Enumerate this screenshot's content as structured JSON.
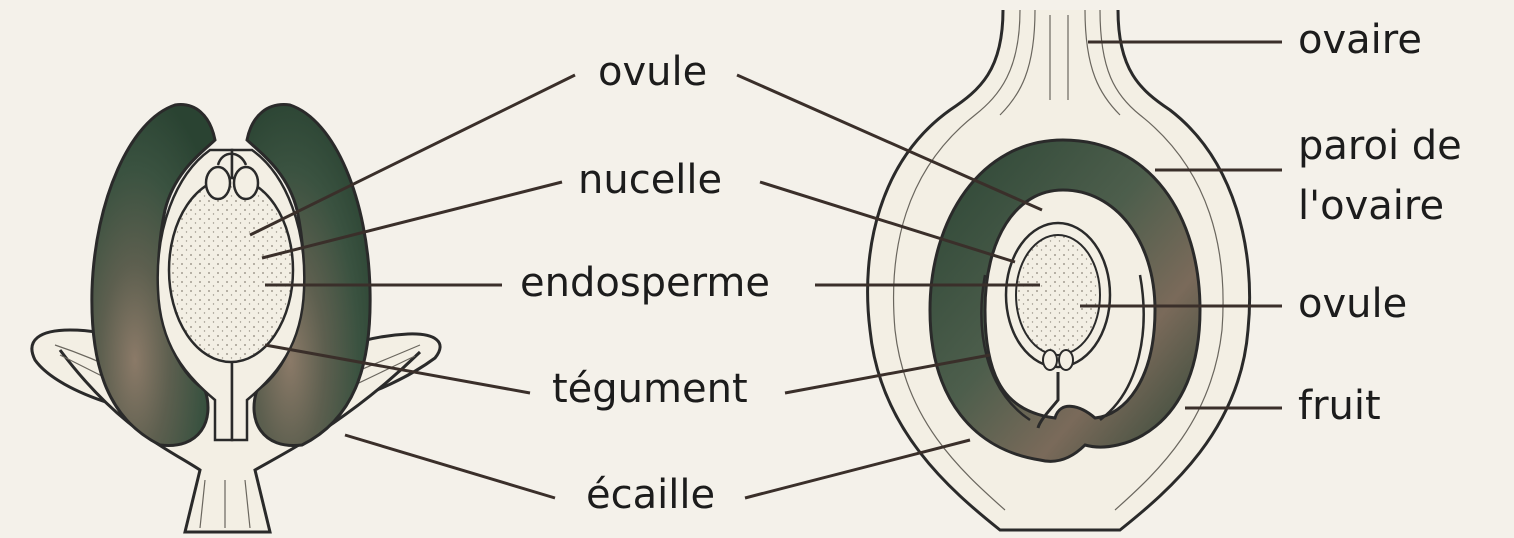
{
  "center_labels": {
    "ovule": "ovule",
    "nucelle": "nucelle",
    "endosperme": "endosperme",
    "tegument": "tégument",
    "ecaille": "écaille"
  },
  "right_labels": {
    "ovaire": "ovaire",
    "paroi_line1": "paroi de",
    "paroi_line2": "l'ovaire",
    "ovule": "ovule",
    "fruit": "fruit"
  },
  "colors": {
    "background": "#f4f1ea",
    "tissue_dark": "#2f4a36",
    "tissue_light": "#f3efe4",
    "outline": "#2a2a2a",
    "leader": "#3a2f2a"
  }
}
